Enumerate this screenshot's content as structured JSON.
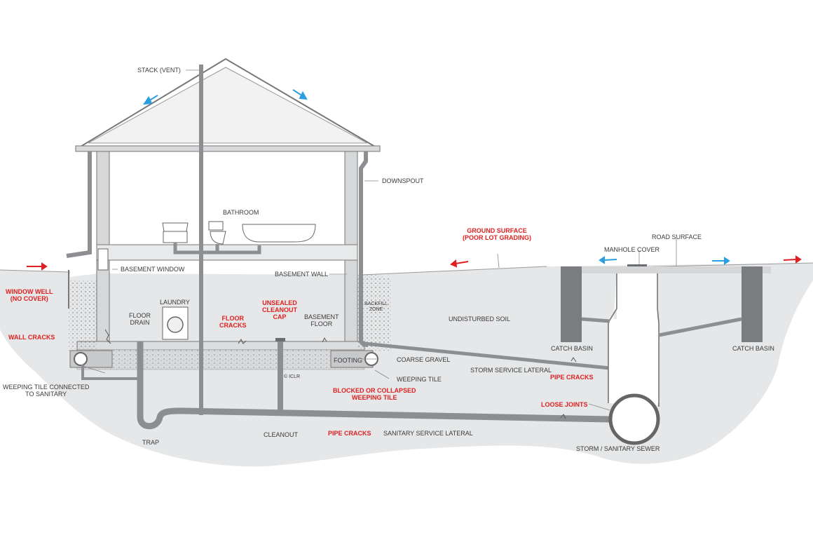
{
  "colors": {
    "ground": "#e6e7e8",
    "pipe": "#8c8e91",
    "line": "#555555",
    "problem_red": "#e02020",
    "flow_blue": "#2b9fe0",
    "gravel": "#cfd0d2",
    "concrete": "#7a7c7f"
  },
  "labels": {
    "stack_vent": "STACK (VENT)",
    "downspout": "DOWNSPOUT",
    "bathroom": "BATHROOM",
    "basement_window": "BASEMENT WINDOW",
    "basement_wall": "BASEMENT WALL",
    "laundry": "LAUNDRY",
    "floor_drain": "FLOOR\nDRAIN",
    "basement_floor": "BASEMENT\nFLOOR",
    "backfill_zone": "BACKFILL\nZONE",
    "footing": "FOOTING",
    "coarse_gravel": "COARSE GRAVEL",
    "weeping_tile": "WEEPING TILE",
    "weeping_tile_sanitary": "WEEPING TILE CONNECTED\nTO SANITARY",
    "trap": "TRAP",
    "cleanout": "CLEANOUT",
    "sanitary_lateral": "SANITARY SERVICE LATERAL",
    "storm_lateral": "STORM SERVICE LATERAL",
    "undisturbed_soil": "UNDISTURBED SOIL",
    "road_surface": "ROAD SURFACE",
    "manhole_cover": "MANHOLE COVER",
    "catch_basin_left": "CATCH BASIN",
    "catch_basin_right": "CATCH BASIN",
    "sewer": "STORM / SANITARY SEWER",
    "copyright": "© ICLR"
  },
  "problems": {
    "window_well": "WINDOW WELL\n(NO COVER)",
    "wall_cracks": "WALL CRACKS",
    "floor_cracks": "FLOOR\nCRACKS",
    "cleanout_cap": "UNSEALED\nCLEANOUT\nCAP",
    "ground_surface": "GROUND SURFACE\n(POOR LOT GRADING)",
    "blocked_tile": "BLOCKED OR COLLAPSED\nWEEPING TILE",
    "pipe_cracks_storm": "PIPE CRACKS",
    "pipe_cracks_sanitary": "PIPE CRACKS",
    "loose_joints": "LOOSE JOINTS"
  }
}
